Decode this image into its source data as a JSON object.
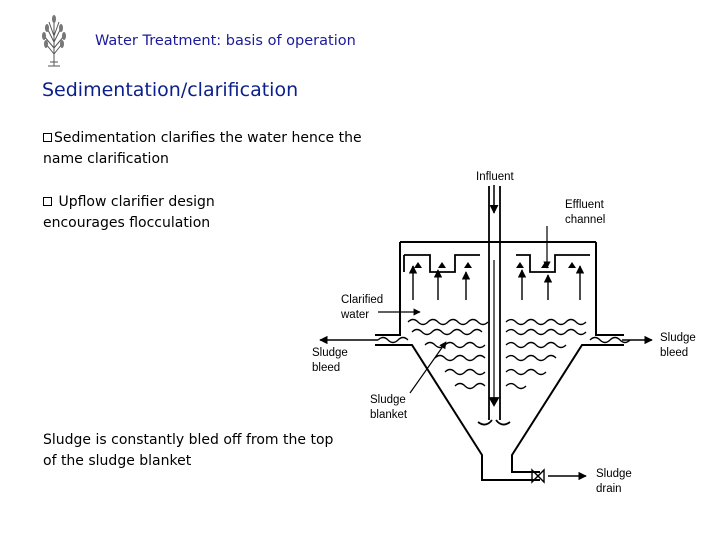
{
  "header": {
    "title": "Water Treatment: basis of operation",
    "logo_icon": "plant-sketch-icon"
  },
  "heading": "Sedimentation/clarification",
  "bullets": [
    "Sedimentation clarifies the water hence the name clarification",
    "Upflow clarifier design encourages flocculation"
  ],
  "bullet_icon": "checkbox-square-icon",
  "footnote": "Sludge is constantly bled off from the top of the sludge blanket",
  "diagram": {
    "labels": {
      "influent": "Influent",
      "effluent_line1": "Effluent",
      "effluent_line2": "channel",
      "clarified_line1": "Clarified",
      "clarified_line2": "water",
      "sludge_bleed_left_line1": "Sludge",
      "sludge_bleed_left_line2": "bleed",
      "sludge_bleed_right_line1": "Sludge",
      "sludge_bleed_right_line2": "bleed",
      "blanket_line1": "Sludge",
      "blanket_line2": "blanket",
      "drain_line1": "Sludge",
      "drain_line2": "drain"
    }
  }
}
